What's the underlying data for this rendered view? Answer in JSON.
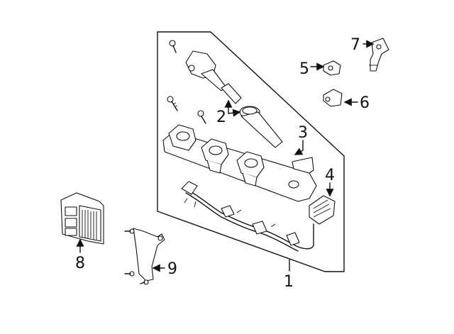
{
  "callouts": {
    "c1": "1",
    "c2": "2",
    "c3": "3",
    "c4": "4",
    "c5": "5",
    "c6": "6",
    "c7": "7",
    "c8": "8",
    "c9": "9"
  },
  "colors": {
    "line": "#111111",
    "background": "#ffffff"
  }
}
